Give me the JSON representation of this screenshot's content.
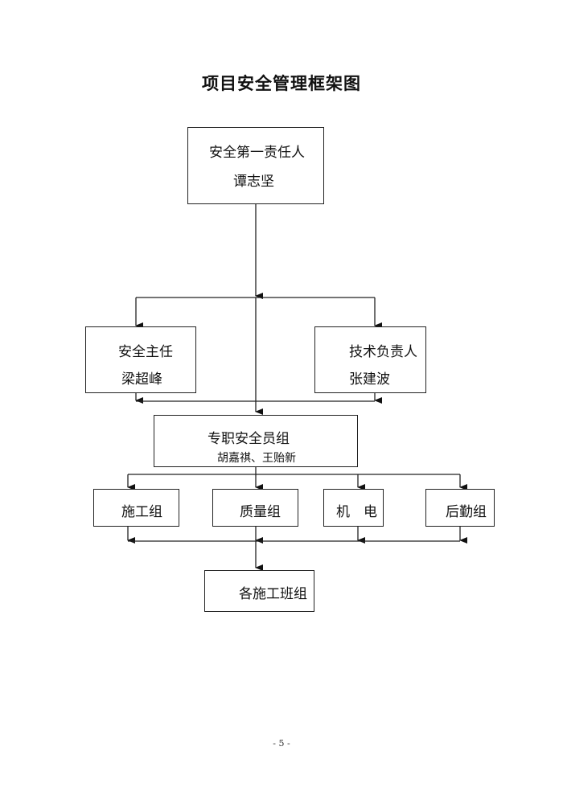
{
  "title": "项目安全管理框架图",
  "nodes": {
    "top": {
      "role": "安全第一责任人",
      "name": "谭志坚"
    },
    "safety_director": {
      "role": "安全主任",
      "name": "梁超峰"
    },
    "tech_lead": {
      "role": "技术负责人",
      "name": "张建波"
    },
    "safety_team": {
      "role": "专职安全员组",
      "name": "胡嘉祺、王贻新"
    },
    "groups": [
      {
        "label": "施工组"
      },
      {
        "label": "质量组"
      },
      {
        "label": "机　电"
      },
      {
        "label": "后勤组"
      }
    ],
    "bottom": {
      "label": "各施工班组"
    }
  },
  "footer": {
    "page": "- 5 -"
  },
  "colors": {
    "line": "#222222",
    "background": "#ffffff"
  }
}
